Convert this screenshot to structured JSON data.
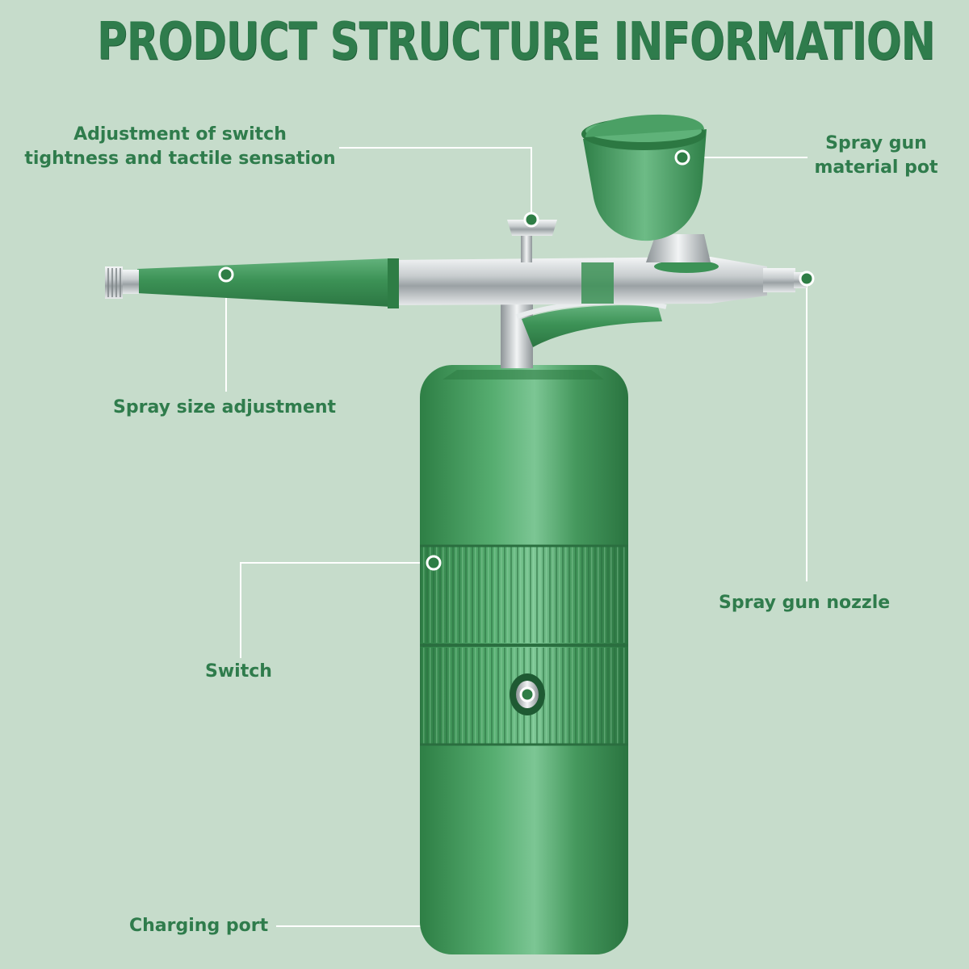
{
  "title": "PRODUCT STRUCTURE INFORMATION",
  "labels": {
    "tightness": {
      "line1": "Adjustment of switch",
      "line2": "tightness and tactile sensation"
    },
    "material_pot": {
      "line1": "Spray gun",
      "line2": "material pot"
    },
    "spray_size": "Spray size adjustment",
    "nozzle": "Spray gun nozzle",
    "switch": "Switch",
    "charging_port": "Charging port"
  },
  "colors": {
    "background": "#c6dccb",
    "text": "#2f7c4c",
    "body_green": "#3f9a5a",
    "chrome": "#cfd4d6"
  }
}
